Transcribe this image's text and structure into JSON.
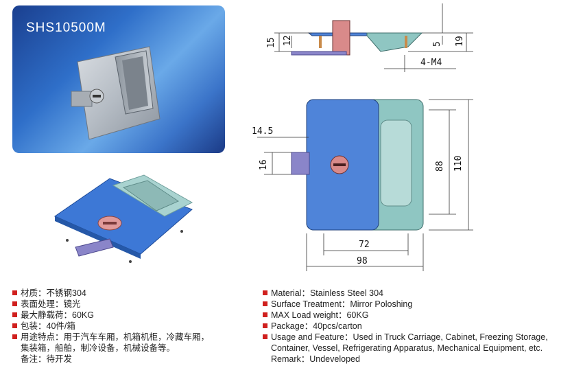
{
  "product": {
    "model": "SHS10500M"
  },
  "dimensions": {
    "d15": "15",
    "d12": "12",
    "d5": "5",
    "d19": "19",
    "d4m4": "4-M4",
    "d14_5": "14.5",
    "d16": "16",
    "d88": "88",
    "d110": "110",
    "d72": "72",
    "d98": "98"
  },
  "specs_cn": {
    "material": "材质：不锈钢304",
    "surface": "表面处理：镜光",
    "load": "最大静载荷：60KG",
    "package": "包装：40件/箱",
    "usage_line1": "用途特点：用于汽车车厢，机箱机柜，冷藏车厢，",
    "usage_line2": "集装箱，船舶，制冷设备，机械设备等。",
    "remark": "备注：待开发"
  },
  "specs_en": {
    "material": "Material：Stainless Steel 304",
    "surface": "Surface Treatment：Mirror Poloshing",
    "load": "MAX Load weight：60KG",
    "package": "Package：40pcs/carton",
    "usage_line1": "Usage and Feature：Used in Truck Carriage, Cabinet, Freezing Storage,",
    "usage_line2": "Container, Vessel, Refrigerating Apparatus, Mechanical Equipment, etc.",
    "remark": "Remark：Undeveloped"
  },
  "colors": {
    "bullet": "#d0201e",
    "card_blue": "#2f6fc9",
    "part_blue": "#4f84d9",
    "part_teal": "#8fc6c2",
    "lock_pink": "#d98a8a"
  }
}
